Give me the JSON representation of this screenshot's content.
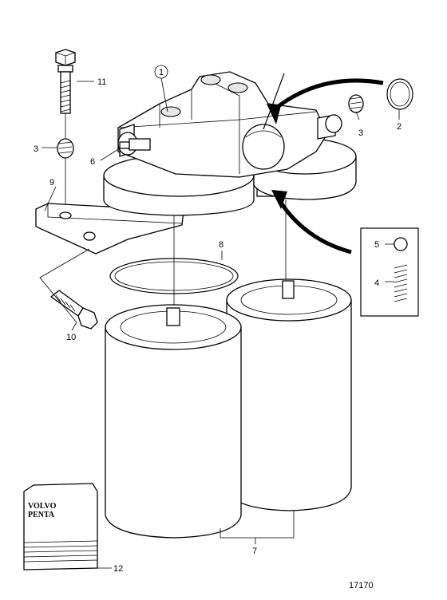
{
  "labels": {
    "l1": "1",
    "l2": "2",
    "l3a": "3",
    "l3b": "3",
    "l4": "4",
    "l5": "5",
    "l6": "6",
    "l7": "7",
    "l8": "8",
    "l9": "9",
    "l10": "10",
    "l11": "11",
    "l12": "12"
  },
  "brand": {
    "line1": "VOLVO",
    "line2": "PENTA"
  },
  "figure_number": "17170"
}
